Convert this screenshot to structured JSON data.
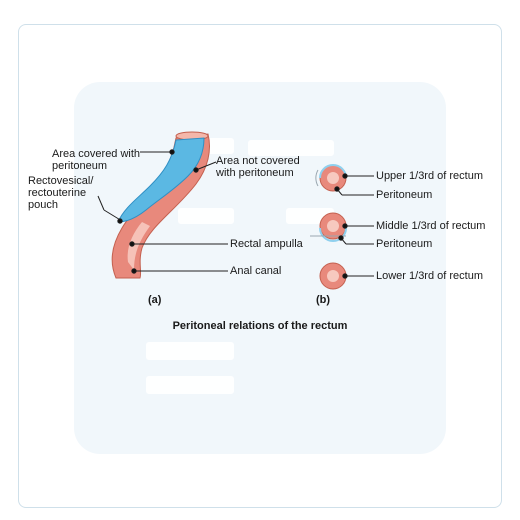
{
  "labels": {
    "area_covered": "Area covered with peritoneum",
    "rectovesical": "Rectovesical/ rectouterine pouch",
    "area_not_covered": "Area not covered with peritoneum",
    "rectal_ampulla": "Rectal ampulla",
    "anal_canal": "Anal canal",
    "panel_a": "(a)",
    "panel_b": "(b)",
    "upper_third": "Upper 1/3rd of rectum",
    "peritoneum_upper": "Peritoneum",
    "middle_third": "Middle 1/3rd of rectum",
    "peritoneum_middle": "Peritoneum",
    "lower_third": "Lower 1/3rd of rectum"
  },
  "caption": "Peritoneal relations of the rectum",
  "colors": {
    "rectum_wall": "#e8897c",
    "rectum_light": "#f7c9bf",
    "peritoneum": "#5bb8e3",
    "peritoneum_dark": "#2f8fc4",
    "line": "#222222"
  }
}
